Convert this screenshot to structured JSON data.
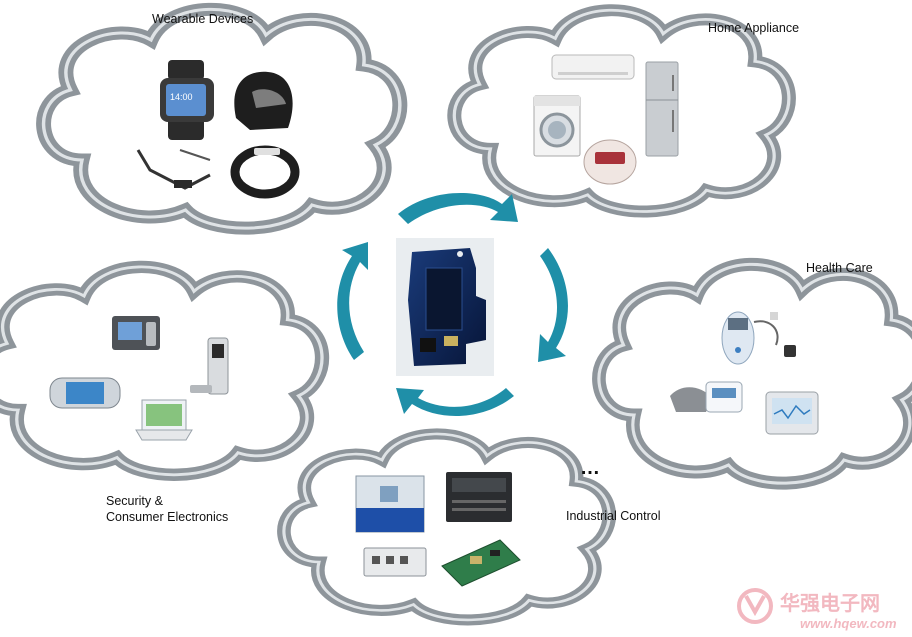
{
  "diagram": {
    "categories": [
      {
        "id": "wearable",
        "label_lines": [
          "Wearable Devices"
        ]
      },
      {
        "id": "home",
        "label_lines": [
          "Home Appliance"
        ]
      },
      {
        "id": "health",
        "label_lines": [
          "Health Care"
        ]
      },
      {
        "id": "security",
        "label_lines": [
          "Security &",
          "Consumer Electronics"
        ]
      },
      {
        "id": "industrial",
        "label_lines": [
          "Industrial Control"
        ]
      }
    ],
    "more_indicator": "…",
    "center_icon": "circuit-board-module-icon",
    "icons": {
      "wearable": [
        "smartwatch-icon",
        "helmet-icon",
        "smart-glasses-icon",
        "fitness-band-icon"
      ],
      "home": [
        "air-conditioner-icon",
        "refrigerator-icon",
        "washing-machine-icon",
        "rice-cooker-icon"
      ],
      "health": [
        "pulse-oximeter-icon",
        "blood-pressure-monitor-icon",
        "patient-monitor-icon"
      ],
      "security": [
        "access-terminal-icon",
        "smart-lock-icon",
        "handheld-media-player-icon",
        "laptop-icon"
      ],
      "industrial": [
        "cnc-machine-icon",
        "industrial-pc-icon",
        "embedded-box-icon",
        "control-board-icon"
      ]
    },
    "colors": {
      "cloud_outline": "#8e959b",
      "arrow": "#1f8fa8",
      "board": "#0b1d4a"
    }
  },
  "watermark": {
    "cn": "华强电子网",
    "url": "www.hqew.com"
  }
}
